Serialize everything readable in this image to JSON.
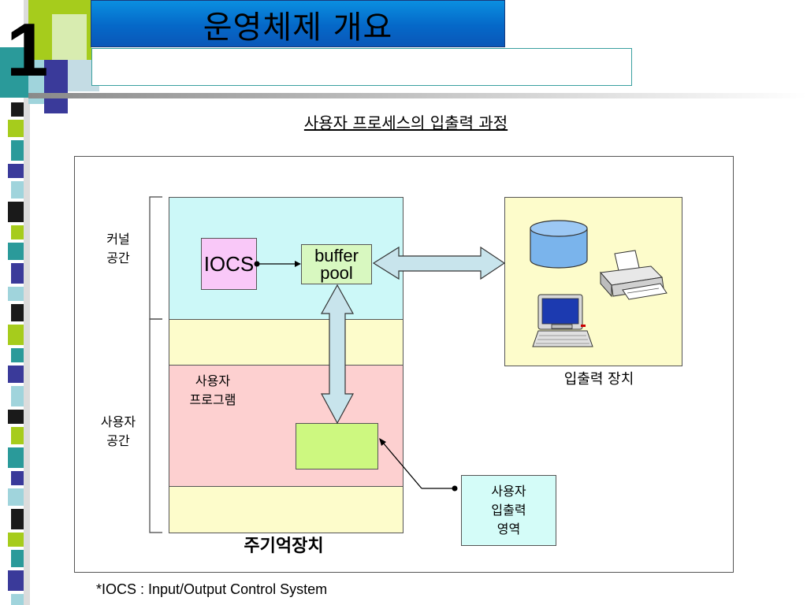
{
  "slide": {
    "number": "1",
    "title": "운영체제 개요",
    "subtitle": ""
  },
  "diagram": {
    "heading": "사용자 프로세스의 입출력 과정",
    "kernel_space_label": "커널\n공간",
    "user_space_label": "사용자\n공간",
    "iocs_label": "IOCS",
    "buffer_pool_line1": "buffer",
    "buffer_pool_line2": "pool",
    "user_program_label": "사용자\n프로그램",
    "user_io_area_line1": "사용자",
    "user_io_area_line2": "입출력",
    "user_io_area_line3": "영역",
    "io_device_label": "입출력 장치",
    "main_memory_label": "주기억장치",
    "device_icons": [
      "disk-icon",
      "printer-icon",
      "computer-icon"
    ]
  },
  "footnote": "*IOCS : Input/Output Control System",
  "colors": {
    "title_bar": "#0568c8",
    "kernel_region": "#ccf8f8",
    "user_region": "#fdd0d0",
    "gap_region": "#fdfccb",
    "iocs_box": "#f9c8f8",
    "buffer_box": "#d8f8c0",
    "user_io_box": "#cdf880",
    "arrow_fill": "#c8e4ec"
  }
}
